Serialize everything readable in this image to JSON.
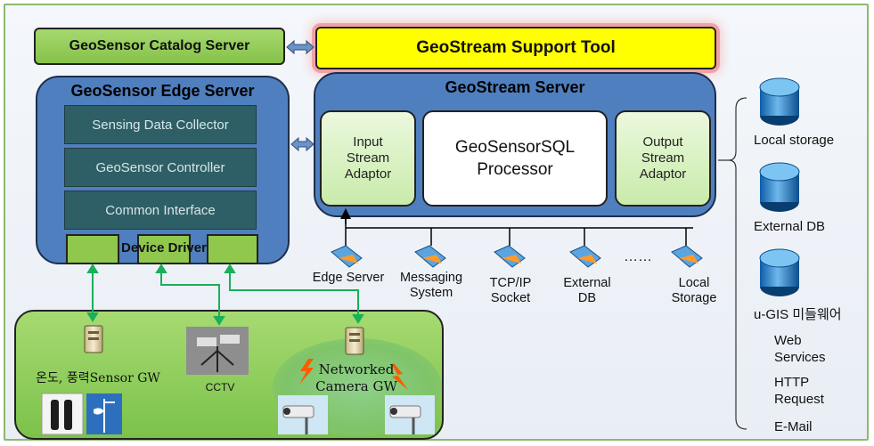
{
  "catalog_server": "GeoSensor Catalog Server",
  "support_tool": "GeoStream Support Tool",
  "edge_server": {
    "title": "GeoSensor Edge Server",
    "modules": [
      "Sensing Data Collector",
      "GeoSensor Controller",
      "Common Interface"
    ],
    "driver": "Device Driver"
  },
  "stream_server": {
    "title": "GeoStream Server",
    "input": "Input Stream Adaptor",
    "input_lines": [
      "Input",
      "Stream",
      "Adaptor"
    ],
    "processor_lines": [
      "GeoSensorSQL",
      "Processor"
    ],
    "output_lines": [
      "Output",
      "Stream",
      "Adaptor"
    ]
  },
  "sources": [
    {
      "lines": [
        "Edge Server"
      ]
    },
    {
      "lines": [
        "Messaging",
        "System"
      ]
    },
    {
      "lines": [
        "TCP/IP",
        "Socket"
      ]
    },
    {
      "lines": [
        "External",
        "DB"
      ]
    },
    {
      "lines": [
        "Local",
        "Storage"
      ]
    }
  ],
  "ellipsis": "……",
  "outputs": {
    "storages": [
      "Local storage",
      "External DB",
      "u-GIS 미들웨어"
    ],
    "services": [
      "Web",
      "Services",
      "HTTP",
      "Request",
      "E-Mail"
    ]
  },
  "field": {
    "sensor_gw": "온도, 풍력Sensor GW",
    "cctv": "CCTV",
    "camera_gw_lines": [
      "Networked",
      "Camera GW"
    ]
  },
  "colors": {
    "server_blue": "#4f7fbe",
    "module_teal": "#2f5f66",
    "highlight_yellow": "#ffff00",
    "field_green": "#8cc85a",
    "link_green": "#1aaf5a"
  }
}
